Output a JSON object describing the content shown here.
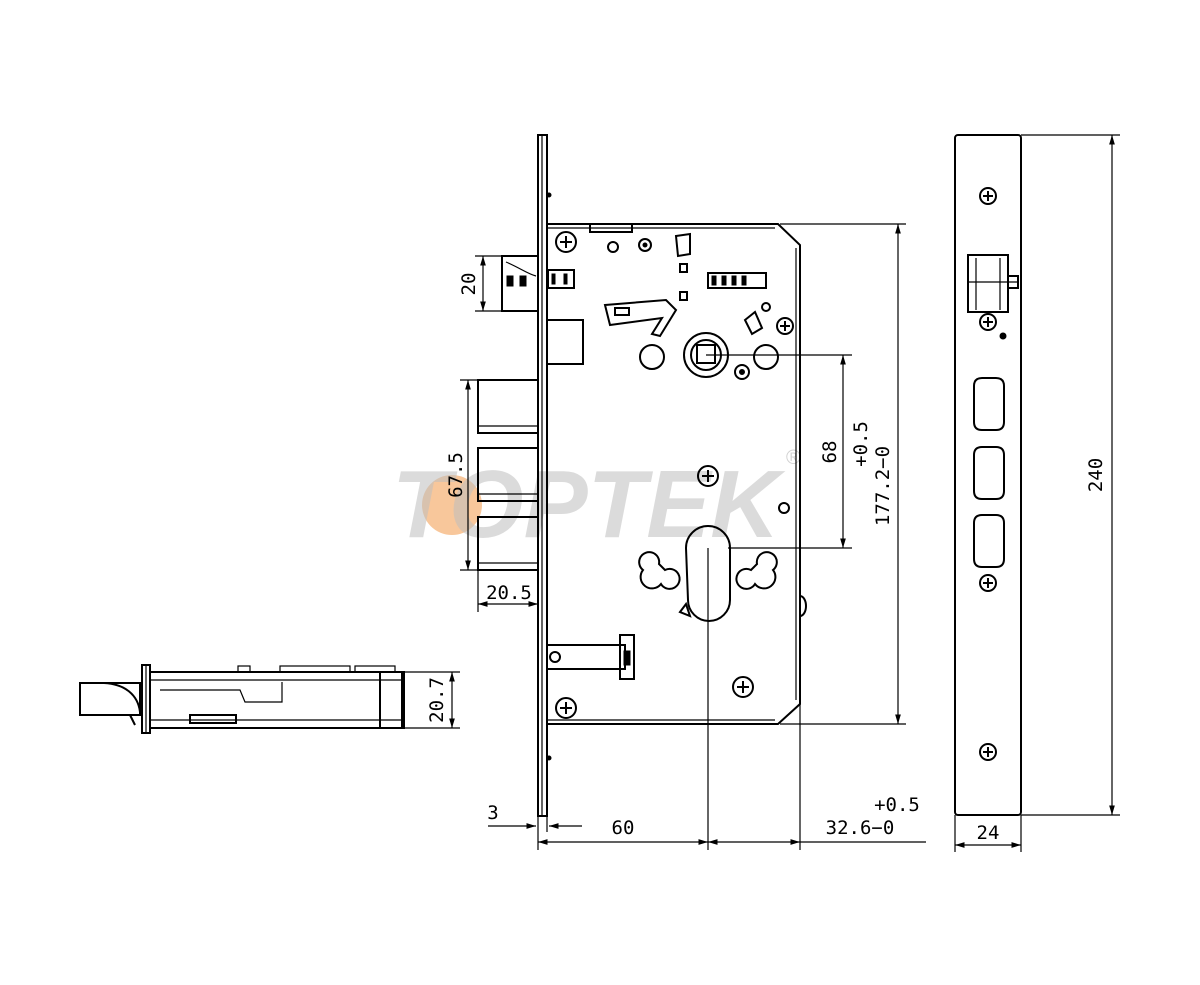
{
  "watermark": {
    "brand": "TOPTEK",
    "registered": "®",
    "accent_color": "#f6b47a",
    "text_color": "#bfbfbf"
  },
  "dimensions": {
    "latch_height": "20",
    "bolt_span": "67.5",
    "bolt_projection": "20.5",
    "follower_to_cylinder": "68",
    "case_height_tol": "+0.5",
    "case_height": "177.2−0",
    "faceplate_thickness": "3",
    "backset": "60",
    "cylinder_to_back_tol": "+0.5",
    "cylinder_to_back": "32.6−0",
    "faceplate_width": "24",
    "faceplate_length": "240",
    "case_depth": "20.7"
  },
  "colors": {
    "line": "#000000",
    "background": "#ffffff"
  }
}
